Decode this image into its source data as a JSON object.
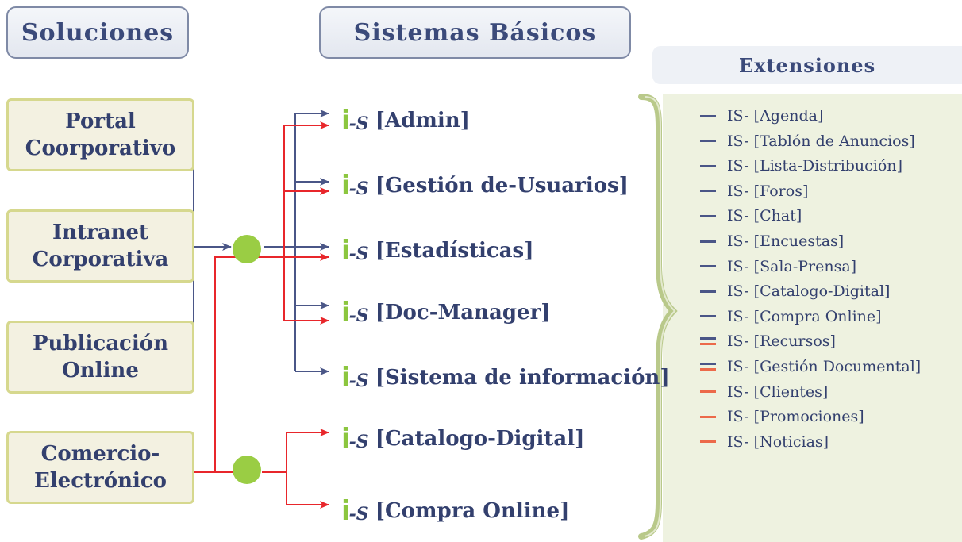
{
  "headers": {
    "solutions": "Soluciones",
    "basic_systems": "Sistemas Básicos",
    "extensions": "Extensiones"
  },
  "solutions": [
    {
      "line1": "Portal",
      "line2": "Coorporativo"
    },
    {
      "line1": "Intranet",
      "line2": "Corporativa"
    },
    {
      "line1": "Publicación",
      "line2": "Online"
    },
    {
      "line1": "Comercio-",
      "line2": "Electrónico"
    }
  ],
  "logo": {
    "i": "i",
    "s": "-S"
  },
  "systems": [
    {
      "label": "[Admin]"
    },
    {
      "label": "[Gestión de-Usuarios]"
    },
    {
      "label": "[Estadísticas]"
    },
    {
      "label": "[Doc-Manager]"
    },
    {
      "label": "[Sistema de información]"
    },
    {
      "label": "[Catalogo-Digital]"
    },
    {
      "label": "[Compra Online]"
    }
  ],
  "extensions": [
    {
      "label": "IS- [Agenda]",
      "marker": "blue"
    },
    {
      "label": "IS- [Tablón de Anuncios]",
      "marker": "blue"
    },
    {
      "label": "IS- [Lista-Distribución]",
      "marker": "blue"
    },
    {
      "label": "IS- [Foros]",
      "marker": "blue"
    },
    {
      "label": "IS- [Chat]",
      "marker": "blue"
    },
    {
      "label": "IS- [Encuestas]",
      "marker": "blue"
    },
    {
      "label": "IS- [Sala-Prensa]",
      "marker": "blue"
    },
    {
      "label": "IS- [Catalogo-Digital]",
      "marker": "blue"
    },
    {
      "label": "IS- [Compra Online]",
      "marker": "blue"
    },
    {
      "label": "IS- [Recursos]",
      "marker": "both"
    },
    {
      "label": "IS- [Gestión Documental]",
      "marker": "both"
    },
    {
      "label": "IS- [Clientes]",
      "marker": "red"
    },
    {
      "label": "IS- [Promociones]",
      "marker": "red"
    },
    {
      "label": "IS- [Noticias]",
      "marker": "red"
    }
  ],
  "colors": {
    "blue": "#4a5687",
    "red": "#e8262b",
    "green": "#8cc63f",
    "orange": "#ec6a4a",
    "text": "#33406e"
  }
}
